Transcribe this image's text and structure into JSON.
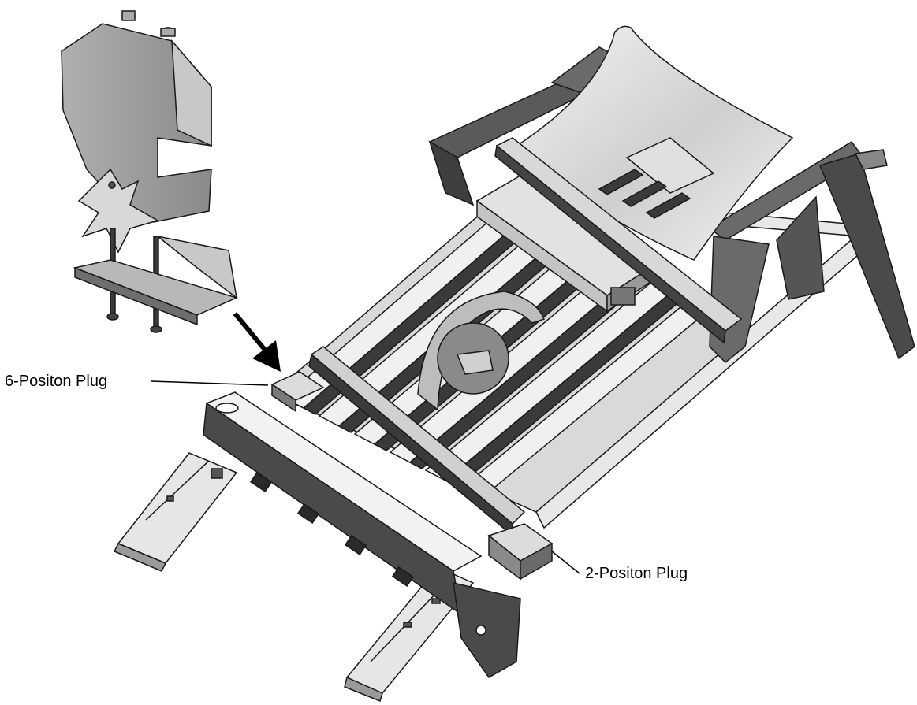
{
  "diagram": {
    "callouts": [
      {
        "id": "six_position_plug",
        "text": "6-Positon Plug"
      },
      {
        "id": "two_position_plug",
        "text": "2-Positon Plug"
      }
    ],
    "colors": {
      "outline": "#1a1a1a",
      "light_metal": "#e6e6e6",
      "mid_metal": "#b8b8b8",
      "dark_metal": "#6e6e6e",
      "frame_dark": "#4a4a4a"
    },
    "components": [
      "cover-assembly",
      "mounting-bracket",
      "star-wheel",
      "slide-rails",
      "front-channel",
      "rear-frame",
      "curved-shield",
      "roller-bed"
    ]
  }
}
